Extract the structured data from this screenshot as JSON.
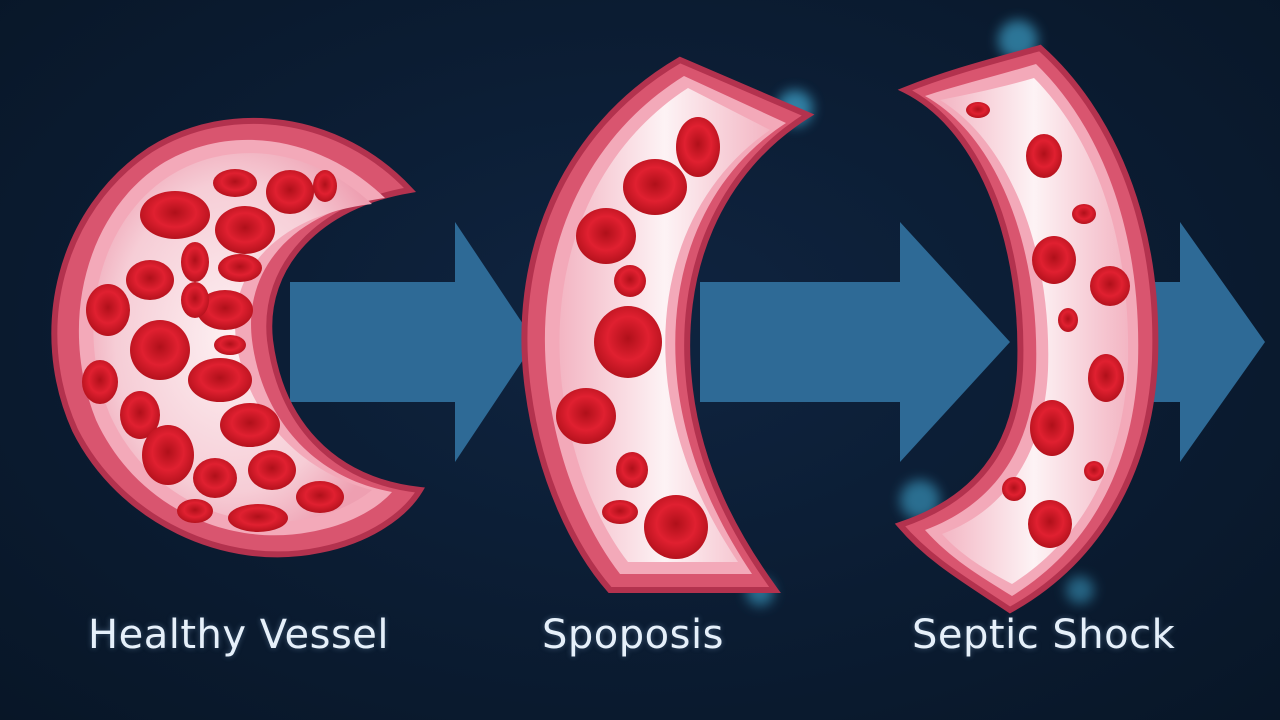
{
  "stages": [
    {
      "id": "healthy",
      "label": "Healthy Vessel"
    },
    {
      "id": "sposis",
      "label": "Spoposis"
    },
    {
      "id": "septic",
      "label": "Septic Shock"
    }
  ],
  "colors": {
    "background": "#0b1c32",
    "arrow": "#2f6a96",
    "vessel_wall": "#d94f6e",
    "vessel_interior": "#f6c9d2",
    "red_cell": "#d61f2a",
    "leak_glow": "#4fd0ff",
    "label_text": "#e6f0fa"
  }
}
